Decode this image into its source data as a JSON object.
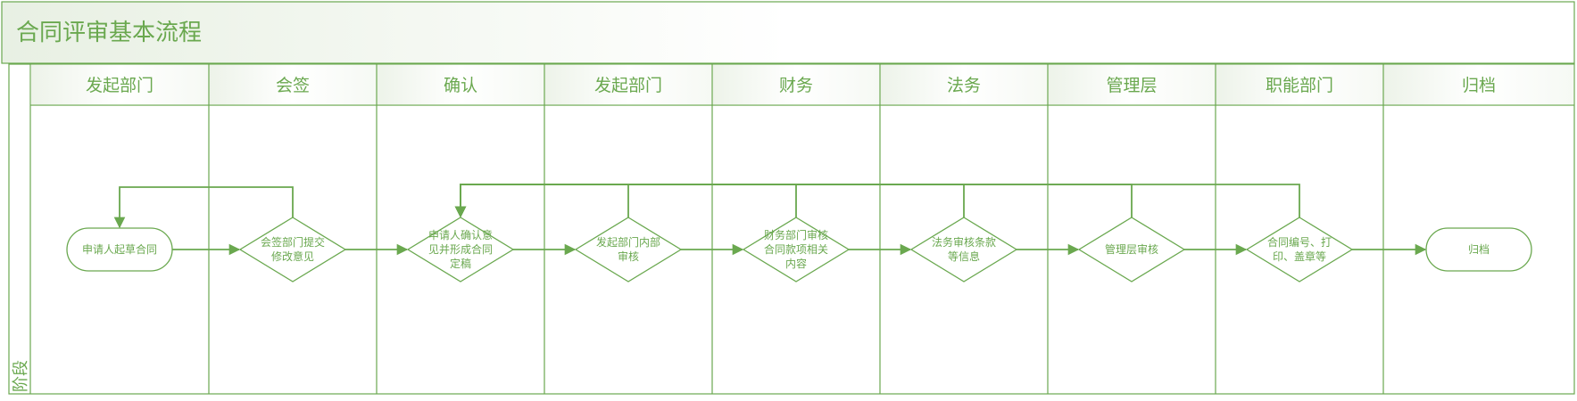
{
  "title": "合同评审基本流程",
  "stage_label": "阶段",
  "lanes": [
    "发起部门",
    "会签",
    "确认",
    "发起部门",
    "财务",
    "法务",
    "管理层",
    "职能部门",
    "归档"
  ],
  "nodes": [
    {
      "id": "n1",
      "lane": 0,
      "shape": "terminal",
      "lines": [
        "申请人起草合同"
      ]
    },
    {
      "id": "n2",
      "lane": 1,
      "shape": "decision",
      "lines": [
        "会签部门提交",
        "修改意见"
      ]
    },
    {
      "id": "n3",
      "lane": 2,
      "shape": "decision",
      "lines": [
        "申请人确认意",
        "见并形成合同",
        "定稿"
      ]
    },
    {
      "id": "n4",
      "lane": 3,
      "shape": "decision",
      "lines": [
        "发起部门内部",
        "审核"
      ]
    },
    {
      "id": "n5",
      "lane": 4,
      "shape": "decision",
      "lines": [
        "财务部门审核",
        "合同款项相关",
        "内容"
      ]
    },
    {
      "id": "n6",
      "lane": 5,
      "shape": "decision",
      "lines": [
        "法务审核条款",
        "等信息"
      ]
    },
    {
      "id": "n7",
      "lane": 6,
      "shape": "decision",
      "lines": [
        "管理层审核"
      ]
    },
    {
      "id": "n8",
      "lane": 7,
      "shape": "decision",
      "lines": [
        "合同编号、打",
        "印、盖章等"
      ]
    },
    {
      "id": "n9",
      "lane": 8,
      "shape": "terminal",
      "lines": [
        "归档"
      ]
    }
  ],
  "edges": [
    {
      "from": "n1",
      "to": "n2",
      "kind": "forward"
    },
    {
      "from": "n2",
      "to": "n3",
      "kind": "forward"
    },
    {
      "from": "n3",
      "to": "n4",
      "kind": "forward"
    },
    {
      "from": "n4",
      "to": "n5",
      "kind": "forward"
    },
    {
      "from": "n5",
      "to": "n6",
      "kind": "forward"
    },
    {
      "from": "n6",
      "to": "n7",
      "kind": "forward"
    },
    {
      "from": "n7",
      "to": "n8",
      "kind": "forward"
    },
    {
      "from": "n8",
      "to": "n9",
      "kind": "forward"
    },
    {
      "from": "n2",
      "to": "n1",
      "kind": "return"
    },
    {
      "from": "n4",
      "to": "n3",
      "kind": "return"
    },
    {
      "from": "n5",
      "to": "n3",
      "kind": "return"
    },
    {
      "from": "n6",
      "to": "n3",
      "kind": "return"
    },
    {
      "from": "n7",
      "to": "n3",
      "kind": "return"
    },
    {
      "from": "n8",
      "to": "n3",
      "kind": "return"
    }
  ],
  "colors": {
    "accent": "#6aa84f",
    "header_fill": "#eef4ea",
    "background": "#ffffff"
  }
}
